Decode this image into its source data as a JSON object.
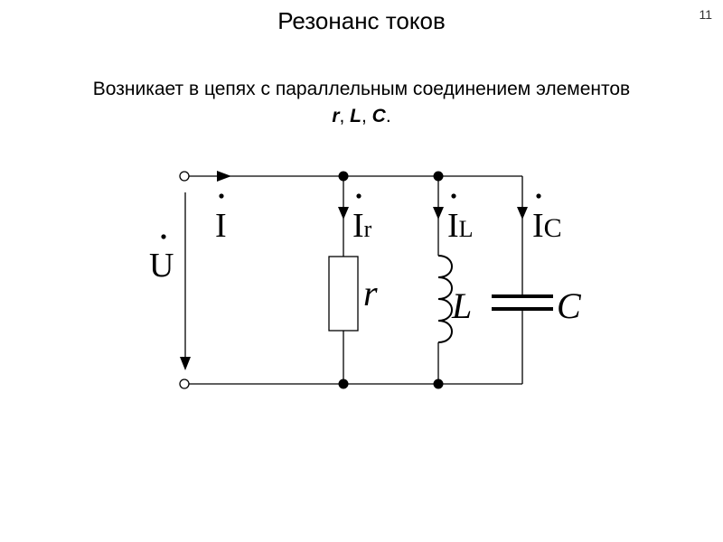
{
  "slide": {
    "number": "11",
    "title": "Резонанс токов",
    "subtitle_line1": "Возникает в цепях с параллельным соединением элементов",
    "elements": [
      "r",
      "L",
      "C"
    ],
    "element_sep": ", ",
    "element_end": "."
  },
  "circuit": {
    "voltage_label": "U",
    "current_total": "I",
    "current_r": {
      "main": "I",
      "sub": "r"
    },
    "current_L": {
      "main": "I",
      "sub": "L"
    },
    "current_C": {
      "main": "I",
      "sub": "C"
    },
    "resistor_label": "r",
    "inductor_label": "L",
    "capacitor_label": "C"
  }
}
